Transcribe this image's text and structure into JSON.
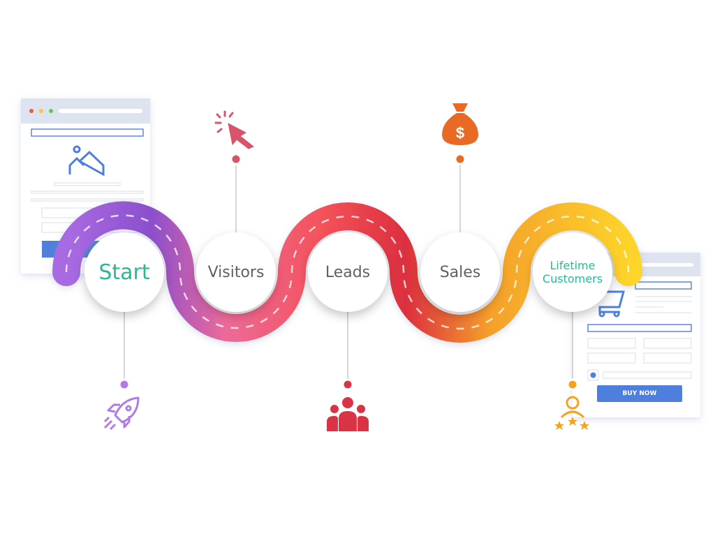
{
  "stages": [
    {
      "label": "Start",
      "icon": "rocket-icon",
      "color": "#b07be8"
    },
    {
      "label": "Visitors",
      "icon": "cursor-click-icon",
      "color": "#d9546a"
    },
    {
      "label": "Leads",
      "icon": "people-group-icon",
      "color": "#d93345"
    },
    {
      "label": "Sales",
      "icon": "money-bag-icon",
      "color": "#e86a24"
    },
    {
      "label": "Lifetime Customers",
      "icon": "customer-stars-icon",
      "color": "#f7a21b"
    }
  ],
  "checkout_mock": {
    "buy_button": "BUY NOW"
  },
  "colors": {
    "start_text": "#2bb893",
    "label_text": "#616161",
    "mock_blue": "#4f7fdc"
  }
}
